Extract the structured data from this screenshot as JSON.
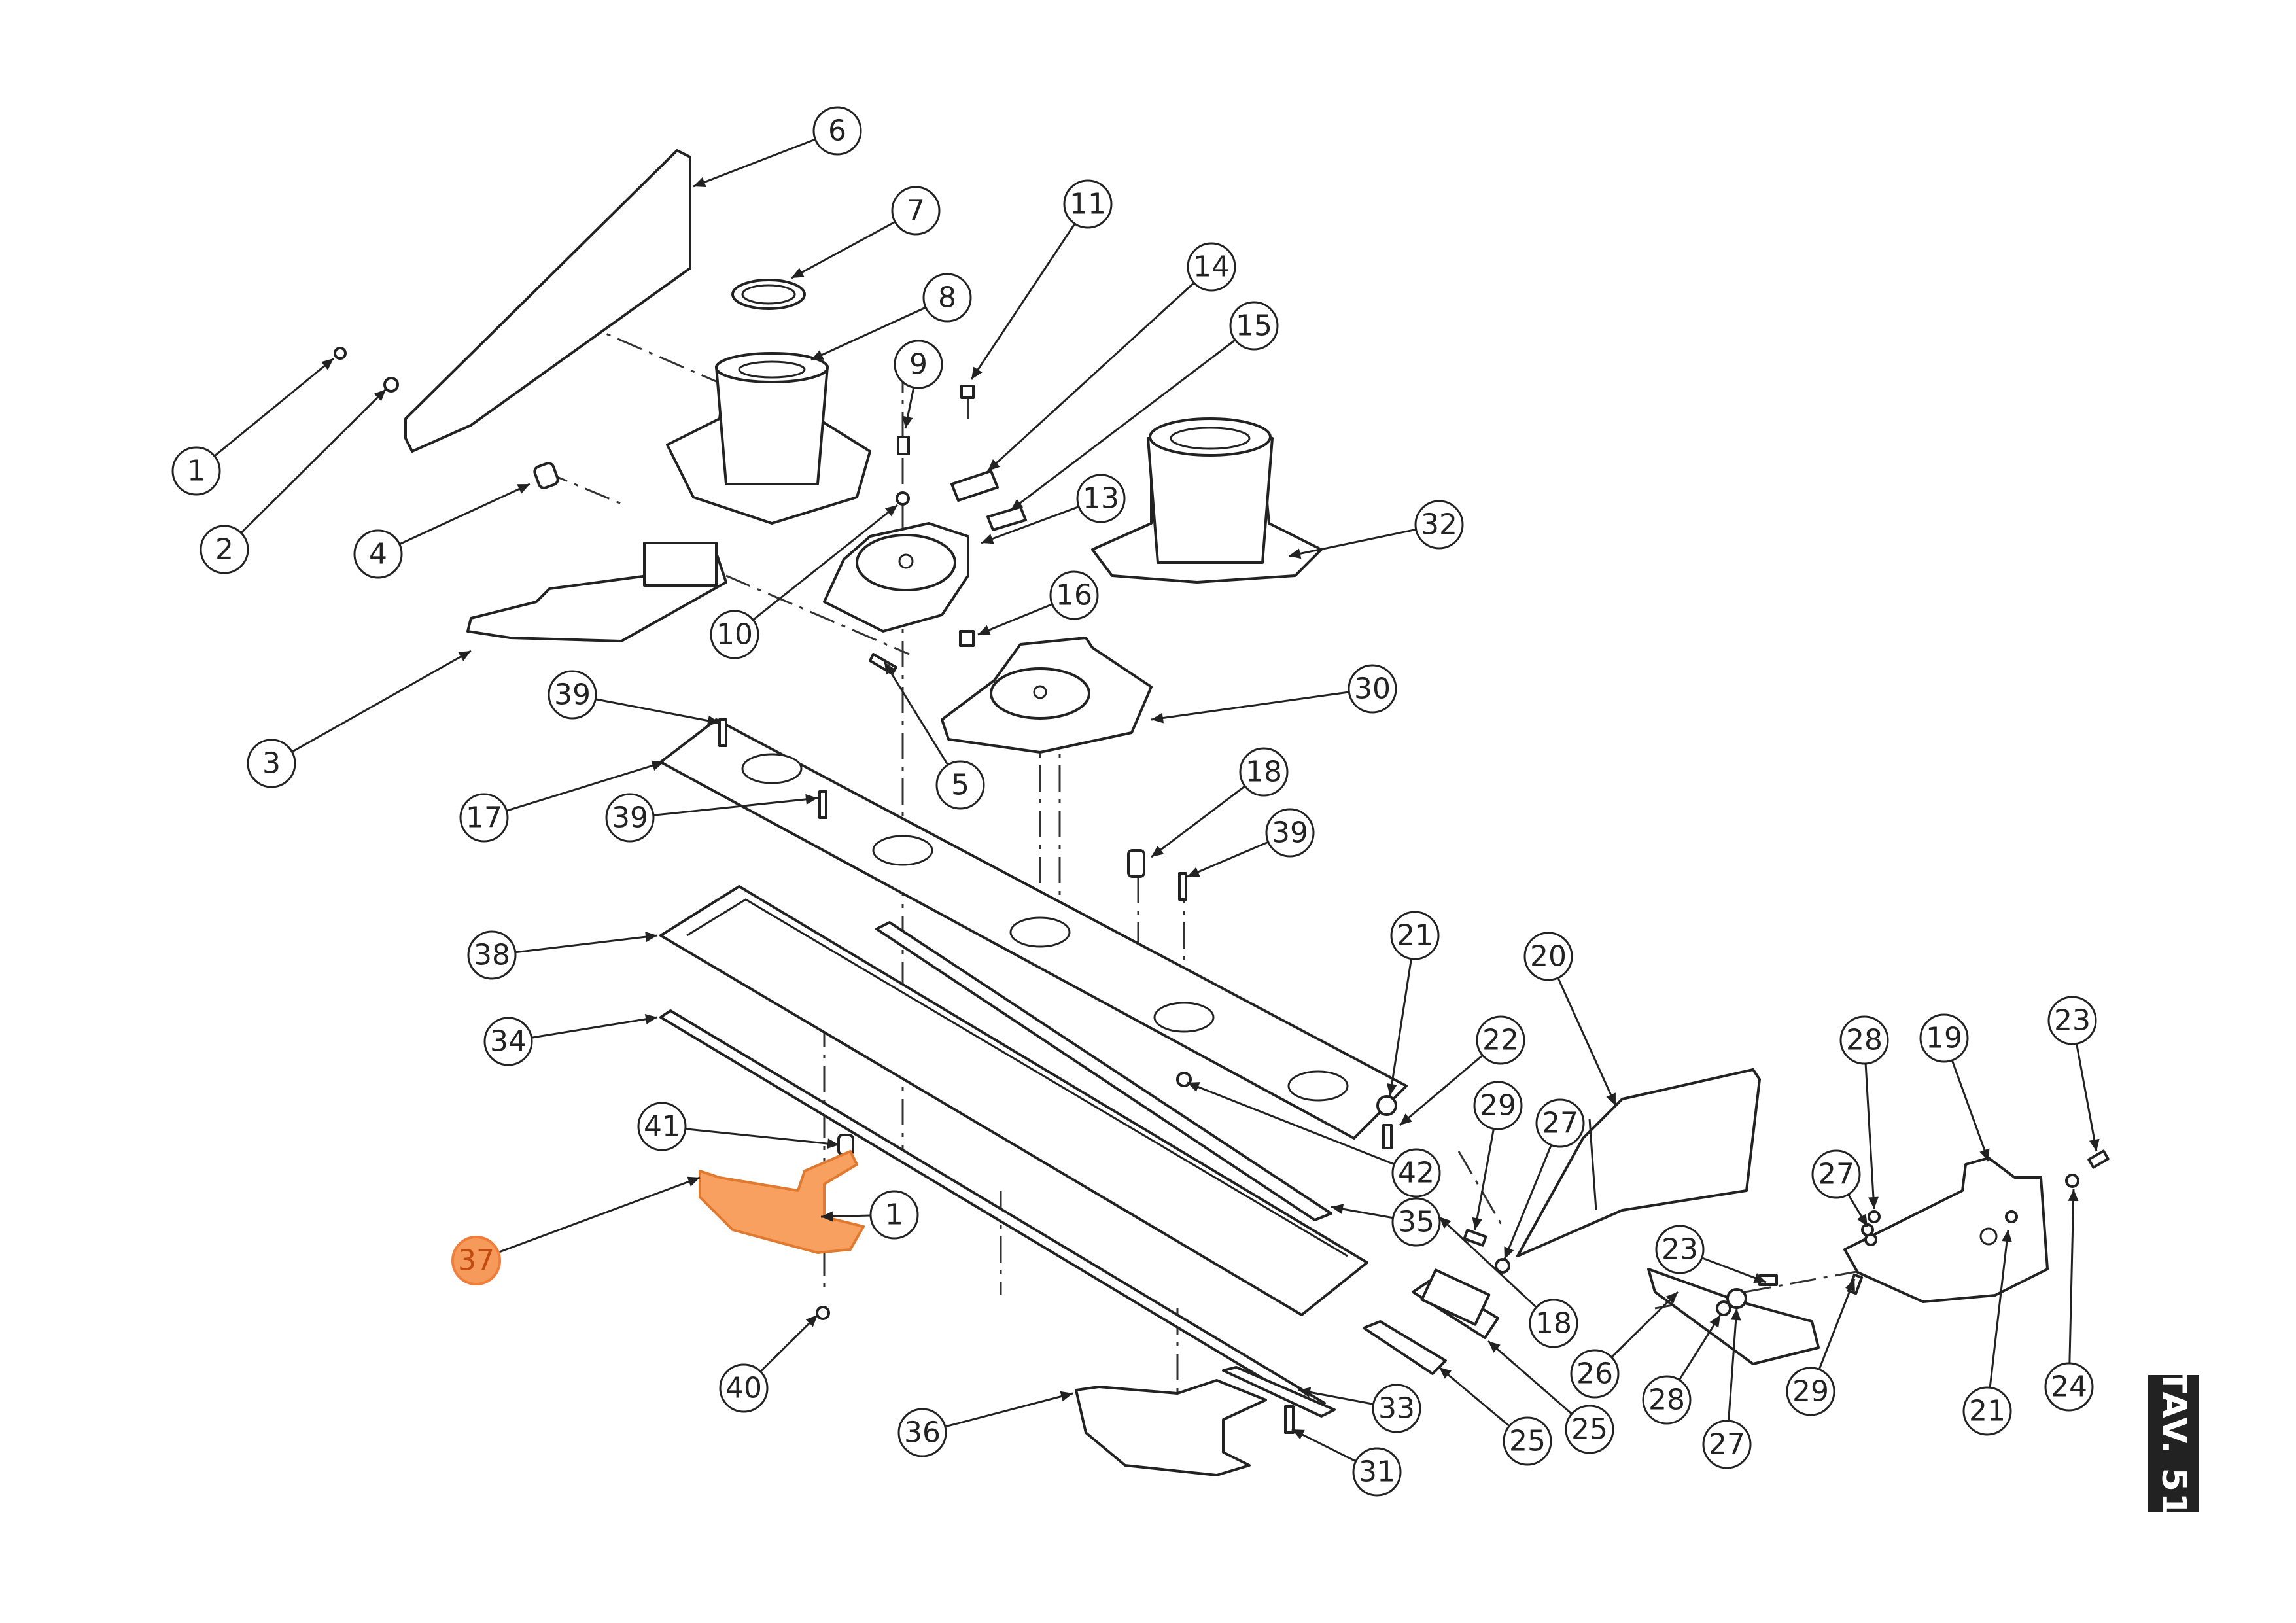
{
  "sheet_label": "TAV. 51",
  "highlight_color": "#f59a5a",
  "line_color": "#222222",
  "callouts": [
    {
      "id": "c1a",
      "label": "1"
    },
    {
      "id": "c2",
      "label": "2"
    },
    {
      "id": "c3",
      "label": "3"
    },
    {
      "id": "c4",
      "label": "4"
    },
    {
      "id": "c5",
      "label": "5"
    },
    {
      "id": "c6",
      "label": "6"
    },
    {
      "id": "c7",
      "label": "7"
    },
    {
      "id": "c8",
      "label": "8"
    },
    {
      "id": "c9",
      "label": "9"
    },
    {
      "id": "c10",
      "label": "10"
    },
    {
      "id": "c11",
      "label": "11"
    },
    {
      "id": "c13",
      "label": "13"
    },
    {
      "id": "c14",
      "label": "14"
    },
    {
      "id": "c15",
      "label": "15"
    },
    {
      "id": "c16",
      "label": "16"
    },
    {
      "id": "c17",
      "label": "17"
    },
    {
      "id": "c18a",
      "label": "18"
    },
    {
      "id": "c18b",
      "label": "18"
    },
    {
      "id": "c19",
      "label": "19"
    },
    {
      "id": "c20",
      "label": "20"
    },
    {
      "id": "c21a",
      "label": "21"
    },
    {
      "id": "c21b",
      "label": "21"
    },
    {
      "id": "c22",
      "label": "22"
    },
    {
      "id": "c23a",
      "label": "23"
    },
    {
      "id": "c23b",
      "label": "23"
    },
    {
      "id": "c24",
      "label": "24"
    },
    {
      "id": "c25a",
      "label": "25"
    },
    {
      "id": "c25b",
      "label": "25"
    },
    {
      "id": "c26",
      "label": "26"
    },
    {
      "id": "c27a",
      "label": "27"
    },
    {
      "id": "c27b",
      "label": "27"
    },
    {
      "id": "c27c",
      "label": "27"
    },
    {
      "id": "c28a",
      "label": "28"
    },
    {
      "id": "c28b",
      "label": "28"
    },
    {
      "id": "c29a",
      "label": "29"
    },
    {
      "id": "c29b",
      "label": "29"
    },
    {
      "id": "c30",
      "label": "30"
    },
    {
      "id": "c31",
      "label": "31"
    },
    {
      "id": "c32",
      "label": "32"
    },
    {
      "id": "c33",
      "label": "33"
    },
    {
      "id": "c34",
      "label": "34"
    },
    {
      "id": "c35",
      "label": "35"
    },
    {
      "id": "c36",
      "label": "36"
    },
    {
      "id": "c37",
      "label": "37",
      "highlighted": true
    },
    {
      "id": "c38",
      "label": "38"
    },
    {
      "id": "c39a",
      "label": "39"
    },
    {
      "id": "c39b",
      "label": "39"
    },
    {
      "id": "c39c",
      "label": "39"
    },
    {
      "id": "c40",
      "label": "40"
    },
    {
      "id": "c41",
      "label": "41"
    },
    {
      "id": "c42",
      "label": "42"
    },
    {
      "id": "c1b",
      "label": "1"
    }
  ]
}
